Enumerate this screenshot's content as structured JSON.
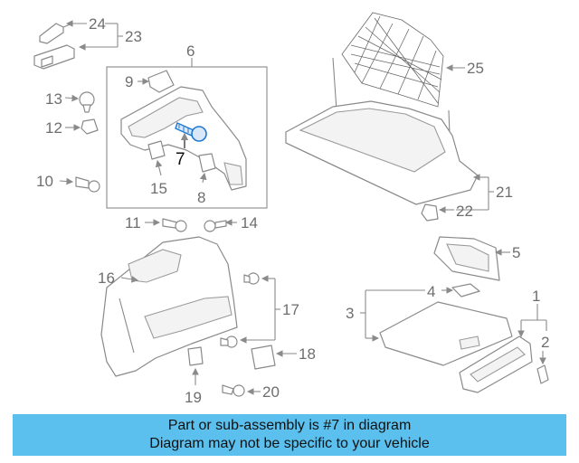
{
  "callouts": {
    "n1": "1",
    "n2": "2",
    "n3": "3",
    "n4": "4",
    "n5": "5",
    "n6": "6",
    "n7": "7",
    "n8": "8",
    "n9": "9",
    "n10": "10",
    "n11": "11",
    "n12": "12",
    "n13": "13",
    "n14": "14",
    "n15": "15",
    "n16": "16",
    "n17": "17",
    "n18": "18",
    "n19": "19",
    "n20": "20",
    "n21": "21",
    "n22": "22",
    "n23": "23",
    "n24": "24",
    "n25": "25"
  },
  "highlight_color": "#1e78d2",
  "banner": {
    "line1": "Part or sub-assembly is #7 in diagram",
    "line2": "Diagram may not be specific to your vehicle",
    "color": "#5bc0ee"
  }
}
